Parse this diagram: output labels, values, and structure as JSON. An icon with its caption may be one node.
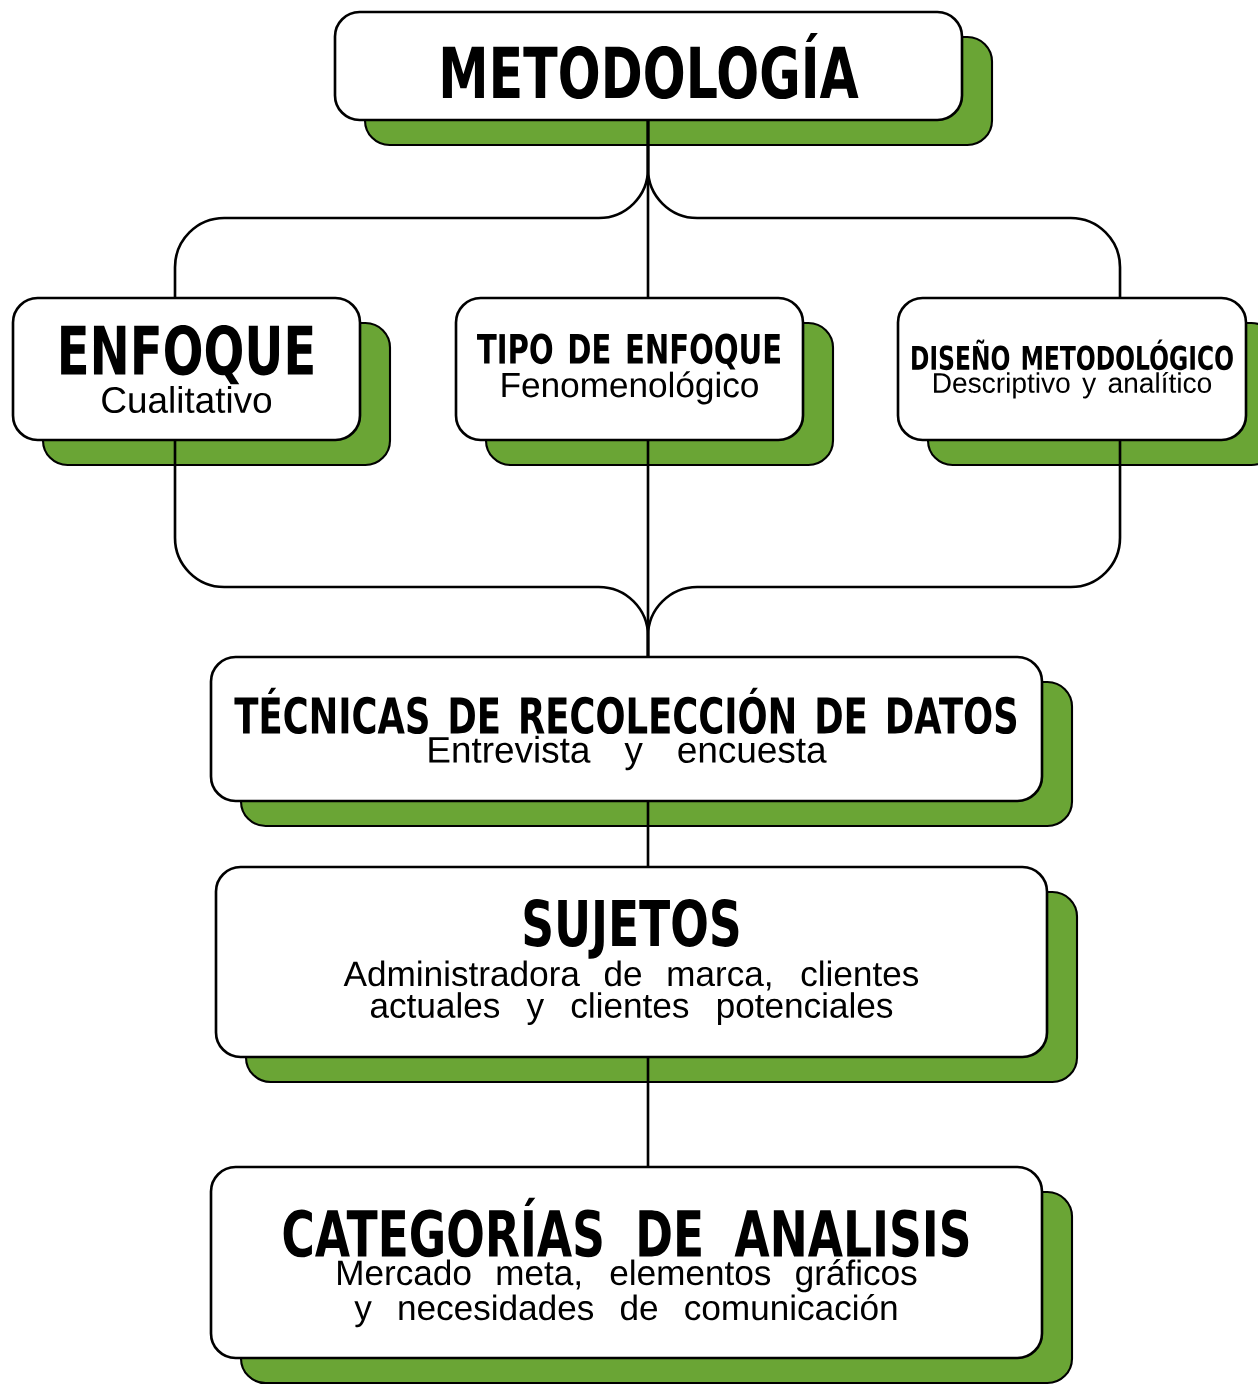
{
  "diagram": {
    "nodes": [
      {
        "text": [
          "METODOLOGÍA"
        ]
      },
      {
        "text": [
          "ENFOQUE",
          "Cualitativo"
        ]
      },
      {
        "text": [
          "TIPO DE ENFOQUE",
          "Fenomenológico"
        ]
      },
      {
        "text": [
          "DISEÑO METODOLÓGICO",
          "Descriptivo y analítico"
        ]
      },
      {
        "text": [
          "TÉCNICAS DE RECOLECCIÓN DE DATOS",
          "Entrevista y encuesta"
        ]
      },
      {
        "text": [
          "SUJETOS",
          "Administradora de marca, clientes actuales y clientes potenciales"
        ]
      },
      {
        "text": [
          "CATEGORÍAS DE ANALISIS",
          "Mercado meta, elementos gráficos y necesidades de comunicación"
        ]
      }
    ],
    "edges": [
      {
        "from": 0,
        "to": 1,
        "arrow": "none"
      },
      {
        "from": 0,
        "to": 2,
        "arrow": "none"
      },
      {
        "from": 0,
        "to": 3,
        "arrow": "none"
      },
      {
        "from": 1,
        "to": 4,
        "arrow": "none"
      },
      {
        "from": 2,
        "to": 4,
        "arrow": "none"
      },
      {
        "from": 3,
        "to": 4,
        "arrow": "none"
      },
      {
        "from": 4,
        "to": 5,
        "arrow": "none"
      },
      {
        "from": 5,
        "to": 6,
        "arrow": "none"
      }
    ]
  }
}
